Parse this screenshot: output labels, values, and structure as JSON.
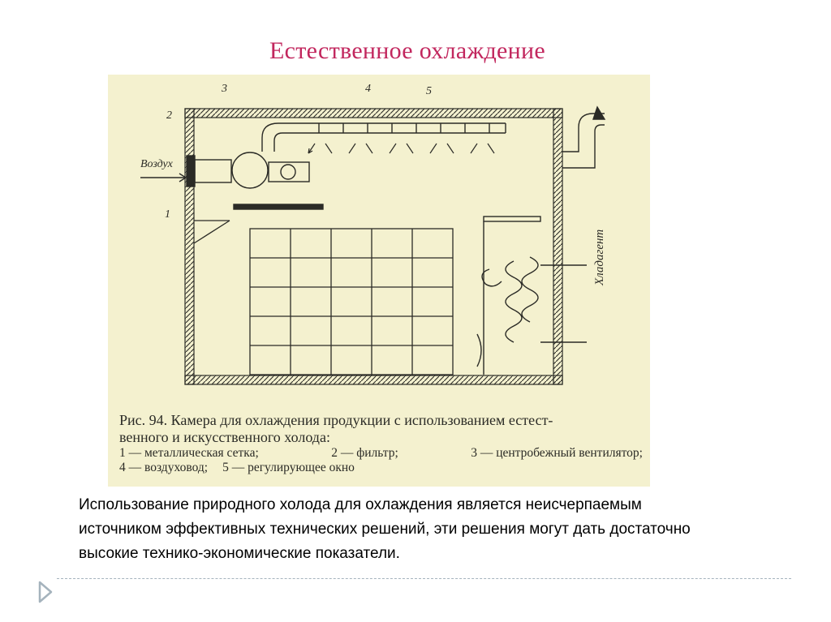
{
  "slide": {
    "title": "Естественное охлаждение",
    "body": "Использование природного холода для охлаждения является неисчерпаемым источником эффективных технических решений, эти решения могут дать достаточно высокие технико-экономические показатели."
  },
  "figure": {
    "air_label": "Воздух",
    "refrigerant_label": "Хладагент",
    "numbers": [
      "1",
      "2",
      "3",
      "4",
      "5"
    ],
    "caption_line1": "Рис. 94. Камера для охлаждения продукции с использованием естест-",
    "caption_line2": "венного и искусственного холода:",
    "legend_1": "1 — металлическая сетка;",
    "legend_2": "2 — фильтр;",
    "legend_3": "3 — центробежный вентилятор;",
    "legend_4": "4 — воздуховод;",
    "legend_5": "5 — регулирующее окно"
  },
  "colors": {
    "title": "#c2275e",
    "figure_bg": "#f4f1cf",
    "ink": "#2b2b26",
    "divider": "#a5b3bd"
  },
  "icons": {
    "nav": "triangle-right-icon"
  }
}
